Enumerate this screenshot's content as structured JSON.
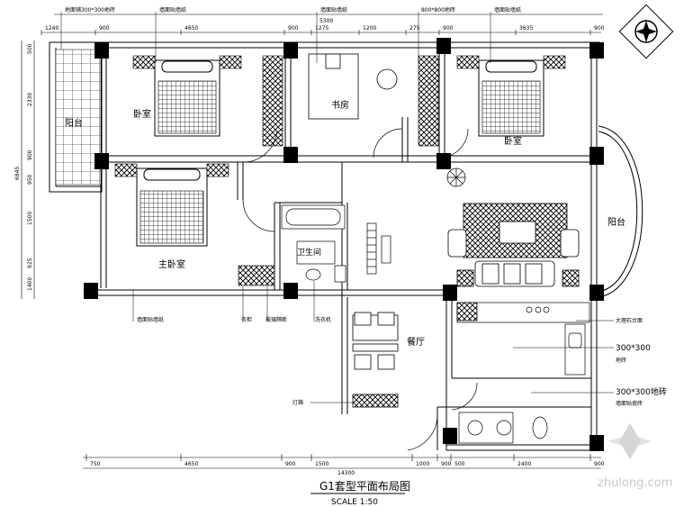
{
  "title": "G1套型平面布局图",
  "scale": "SCALE  1:50",
  "watermark": "zhulong.com",
  "rooms": {
    "balcony_left": "阳台",
    "bedroom_top": "卧室",
    "study": "书房",
    "bedroom_right": "卧室",
    "master_bedroom": "主卧室",
    "bathroom": "卫生间",
    "dining": "餐厅",
    "balcony_right": "阳台"
  },
  "callouts": {
    "top_left": "地面铺300*300地砖",
    "top_mid": "墙面贴墙纸",
    "top_800": "800*800地砖",
    "top_right": "墙面贴墙纸",
    "bottom_1": "墙面贴墙纸",
    "bottom_2": "衣柜",
    "bottom_3": "玻璃隔断",
    "bottom_4": "洗衣机",
    "right_1": "大理石台面",
    "right_2": "300*300",
    "right_3": "地砖",
    "right_4": "300*300地砖",
    "right_5": "墙面贴瓷砖",
    "left_bottom": "灯箱"
  },
  "dims_top": [
    "1240",
    "900",
    "4650",
    "900",
    "1275",
    "1200",
    "275",
    "900",
    "3635",
    "900"
  ],
  "dim_top_total": "5300",
  "dims_left": [
    "500",
    "2330",
    "900",
    "950",
    "1500",
    "925",
    "1400"
  ],
  "dim_left_total": "6845",
  "dims_bottom": [
    "750",
    "4650",
    "900",
    "1500",
    "1000",
    "900",
    "500",
    "2400",
    "900"
  ],
  "dim_bottom_total": "14300"
}
